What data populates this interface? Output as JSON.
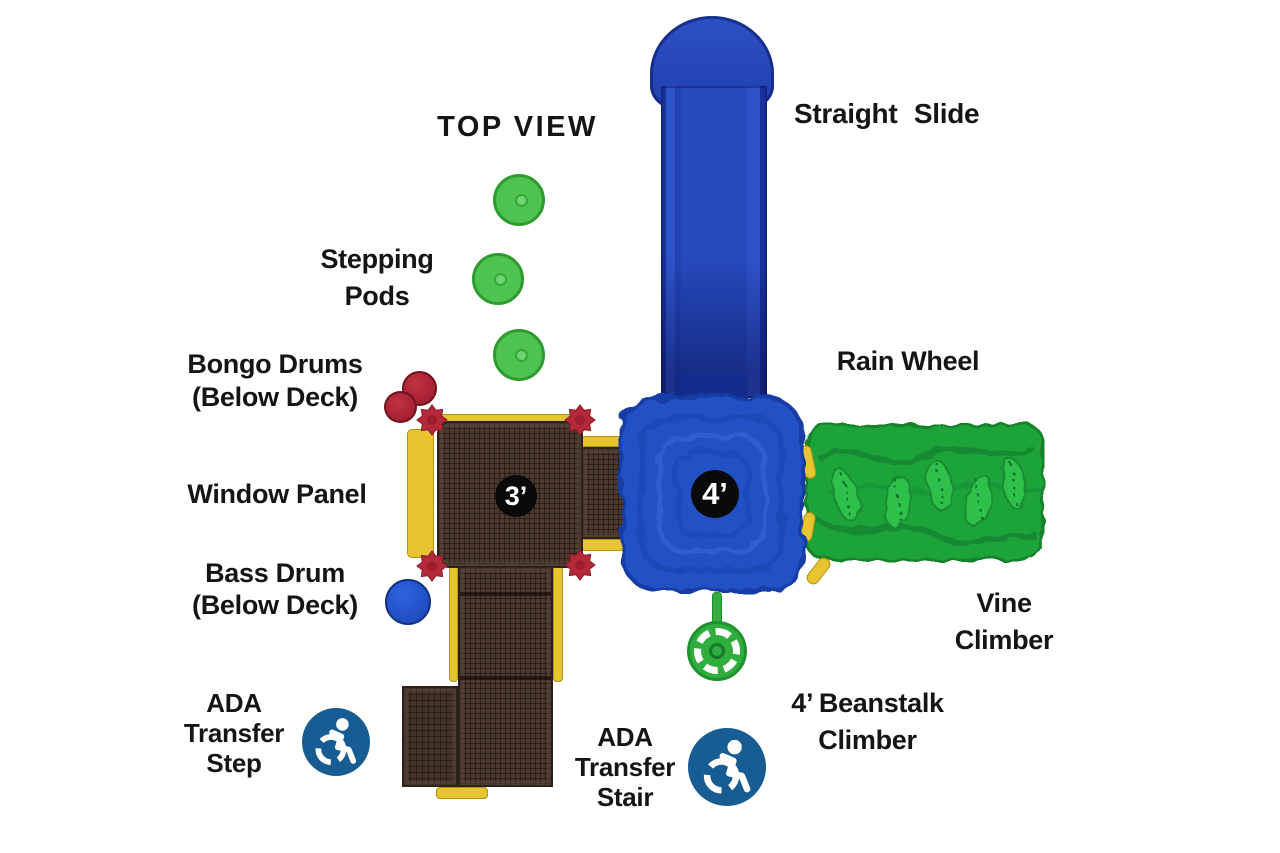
{
  "labels": {
    "top_view": "TOP VIEW",
    "straight_slide": "Straight Slide",
    "stepping_pods": [
      "Stepping",
      "Pods"
    ],
    "bongo_drums": [
      "Bongo Drums",
      "(Below Deck)"
    ],
    "window_panel": "Window Panel",
    "bass_drum": [
      "Bass Drum",
      "(Below Deck)"
    ],
    "rain_wheel": "Rain Wheel",
    "vine_climber": [
      "Vine",
      "Climber"
    ],
    "beanstalk_climber": [
      "4’ Beanstalk",
      "Climber"
    ],
    "ada_transfer_step": [
      "ADA",
      "Transfer",
      "Step"
    ],
    "ada_transfer_stair": [
      "ADA",
      "Transfer",
      "Stair"
    ]
  },
  "badges": {
    "deck_3": "3’",
    "deck_4": "4’"
  },
  "colors": {
    "slide_blue": "#2547b8",
    "deck_blue": "#2251c5",
    "deck_brown": "#4b3930",
    "rail_yellow": "#e6c531",
    "vine_green": "#1da43a",
    "pod_green": "#4fc351",
    "drum_red": "#a61f2e",
    "bass_drum_blue": "#1e4fca",
    "beanstalk_green": "#2fae3e",
    "ada_icon_blue": "#185c94",
    "badge_black": "#0a0a0a",
    "text_black": "#151515"
  }
}
